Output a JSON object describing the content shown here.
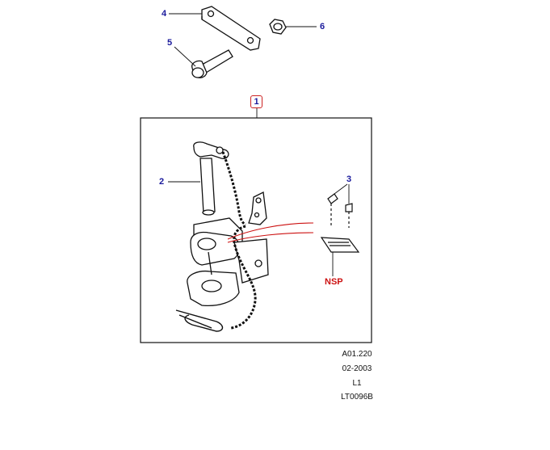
{
  "callouts": {
    "c1": "1",
    "c2": "2",
    "c3": "3",
    "c4": "4",
    "c5": "5",
    "c6": "6",
    "nsp": "NSP"
  },
  "meta": {
    "ref": "A01.220",
    "date": "02-2003",
    "level": "L1",
    "code": "LT0096B"
  },
  "colors": {
    "callout_text": "#1a1a9c",
    "highlight": "#cc1111",
    "line": "#111111"
  }
}
